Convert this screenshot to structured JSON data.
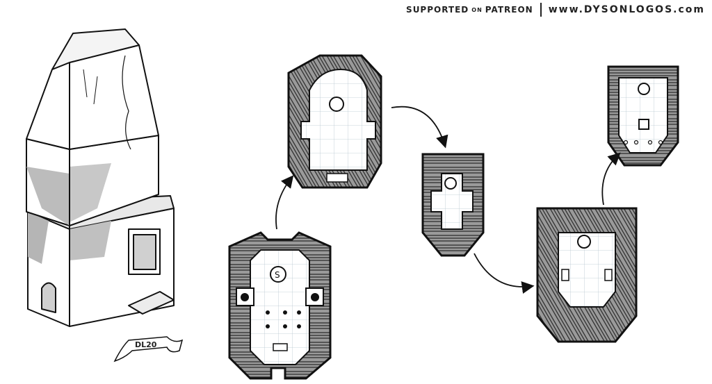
{
  "header": {
    "supported": "SUPPORTED",
    "on": "ON",
    "patreon": "PATREON",
    "site": "www.DYSONLOGOS.com"
  },
  "map": {
    "banner_label": "DL20"
  }
}
